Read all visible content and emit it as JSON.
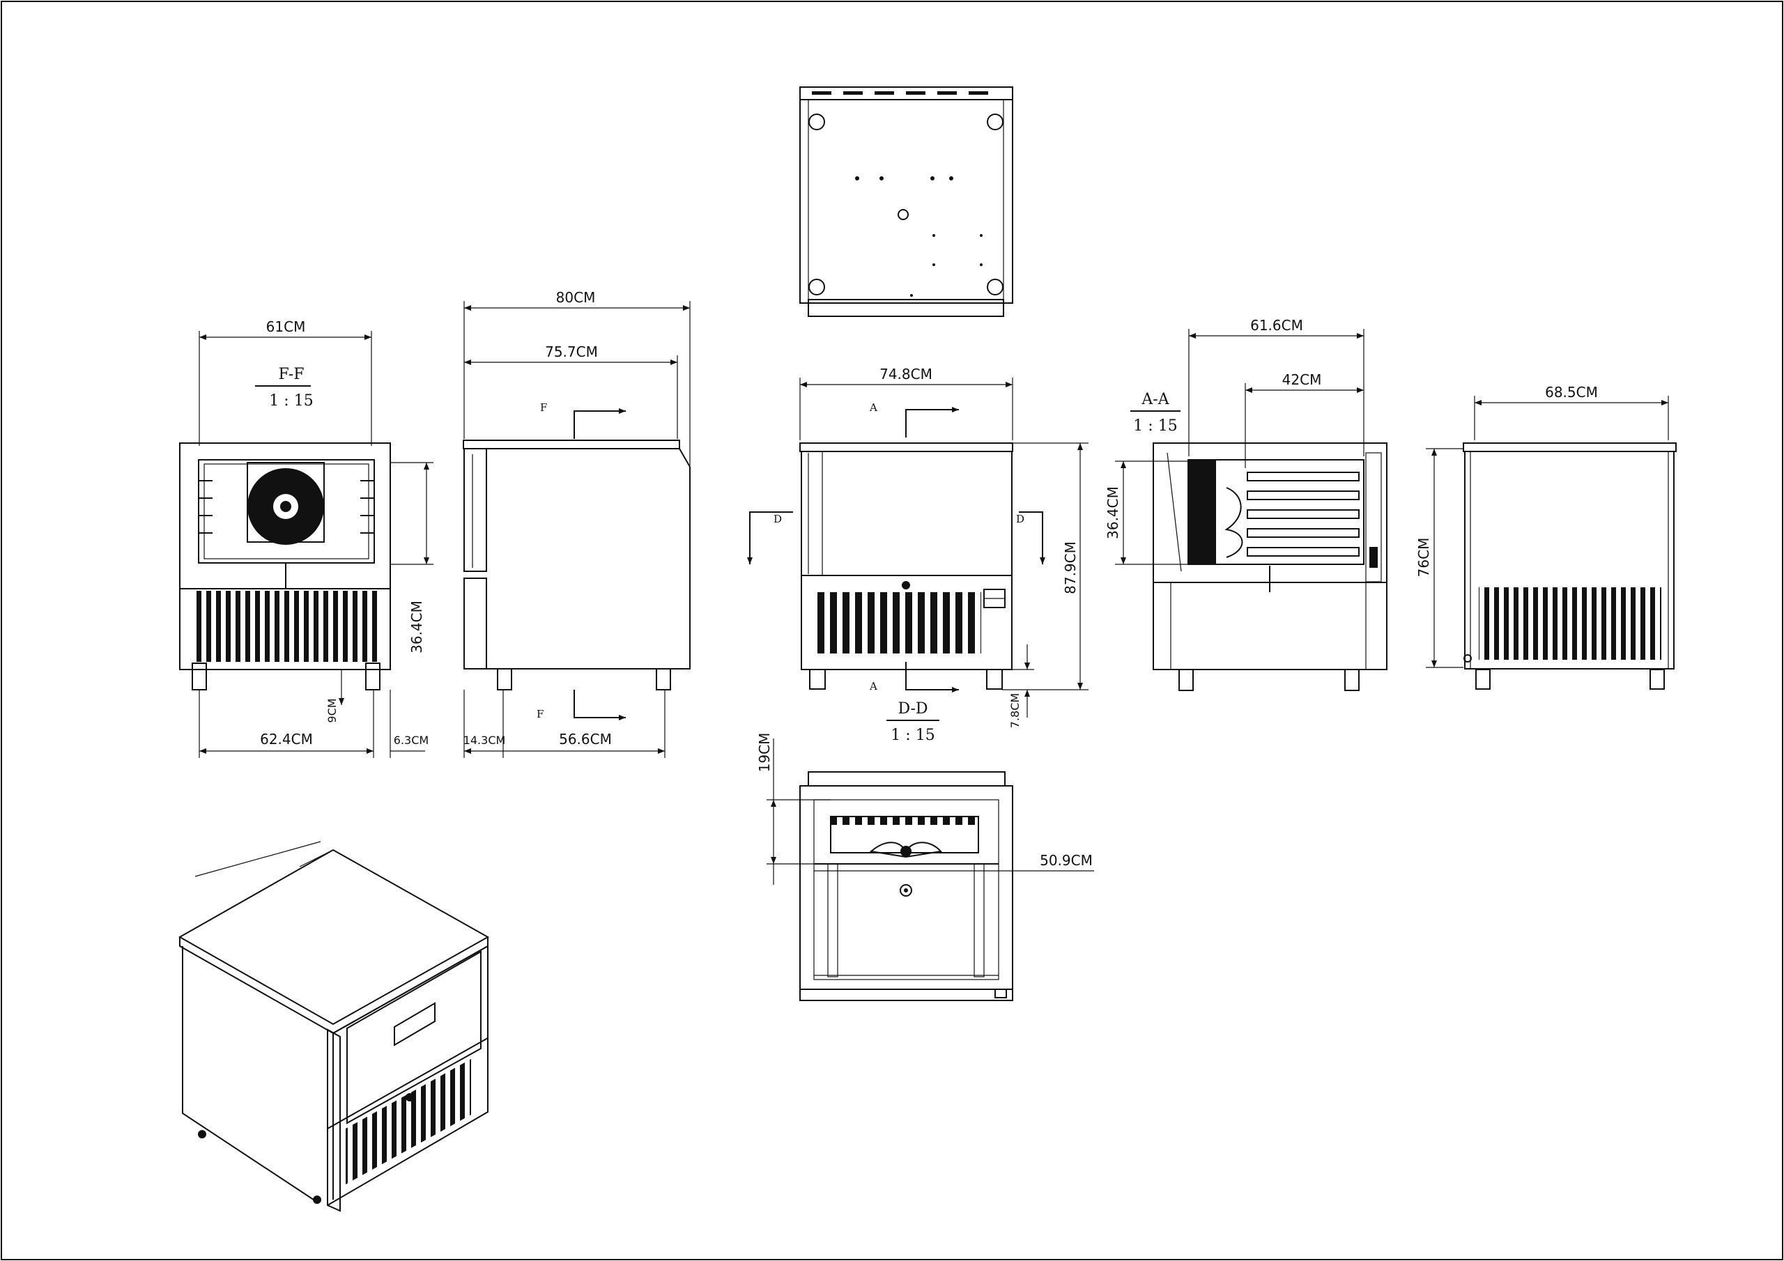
{
  "sections": {
    "ff": {
      "title": "F-F",
      "scale": "1 : 15"
    },
    "aa": {
      "title": "A-A",
      "scale": "1 : 15"
    },
    "dd": {
      "title": "D-D",
      "scale": "1 : 15"
    }
  },
  "cut_markers": {
    "f": "F",
    "a": "A",
    "d": "D"
  },
  "dimensions": {
    "ff_width": "61CM",
    "ff_height": "36.4CM",
    "ff_foot": "9CM",
    "ff_base": "62.4CM",
    "ff_offset": "6.3CM",
    "side_total": "80CM",
    "side_body": "75.7CM",
    "side_front": "14.3CM",
    "side_base": "56.6CM",
    "front_width": "74.8CM",
    "front_height": "87.9CM",
    "front_foot": "7.8CM",
    "aa_total": "61.6CM",
    "aa_inner": "42CM",
    "aa_height": "36.4CM",
    "back_width": "68.5CM",
    "back_height": "76CM",
    "dd_depth": "19CM",
    "dd_width": "50.9CM"
  },
  "colors": {
    "line": "#111111",
    "background": "#ffffff"
  }
}
